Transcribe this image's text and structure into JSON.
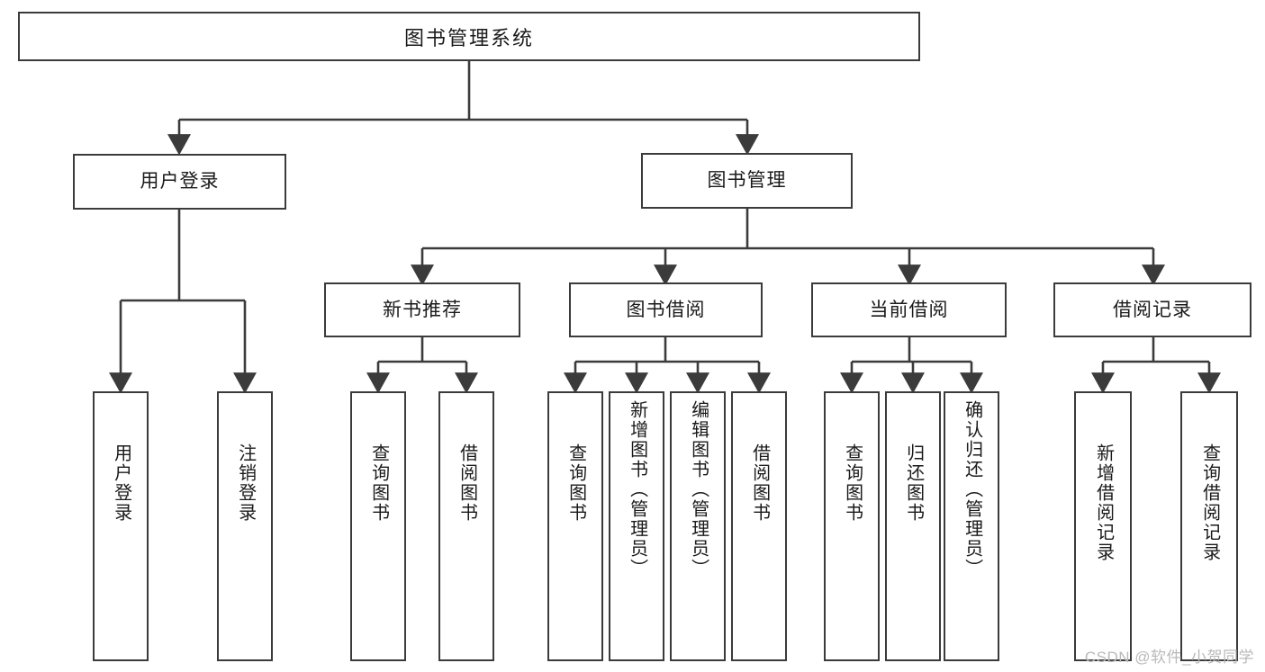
{
  "diagram": {
    "title": "图书管理系统",
    "type": "hierarchy-tree",
    "stroke_color": "#3b3b3b",
    "fill_color": "#ffffff",
    "text_color": "#1a1a1a"
  },
  "root": {
    "label": "图书管理系统"
  },
  "level2": [
    {
      "label": "用户登录"
    },
    {
      "label": "图书管理"
    }
  ],
  "level3": [
    {
      "label": "新书推荐"
    },
    {
      "label": "图书借阅"
    },
    {
      "label": "当前借阅"
    },
    {
      "label": "借阅记录"
    }
  ],
  "leaves": {
    "user_login": [
      {
        "label": "用户登录"
      },
      {
        "label": "注销登录"
      }
    ],
    "new_book_recommend": [
      {
        "label": "查询图书"
      },
      {
        "label": "借阅图书"
      }
    ],
    "book_borrow": [
      {
        "label": "查询图书"
      },
      {
        "label": "新增图书（管理员）"
      },
      {
        "label": "编辑图书（管理员）"
      },
      {
        "label": "借阅图书"
      }
    ],
    "current_borrow": [
      {
        "label": "查询图书"
      },
      {
        "label": "归还图书"
      },
      {
        "label": "确认归还（管理员）"
      }
    ],
    "borrow_record": [
      {
        "label": "新增借阅记录"
      },
      {
        "label": "查询借阅记录"
      }
    ]
  },
  "watermark": {
    "text": "CSDN @软件_小贺同学"
  }
}
